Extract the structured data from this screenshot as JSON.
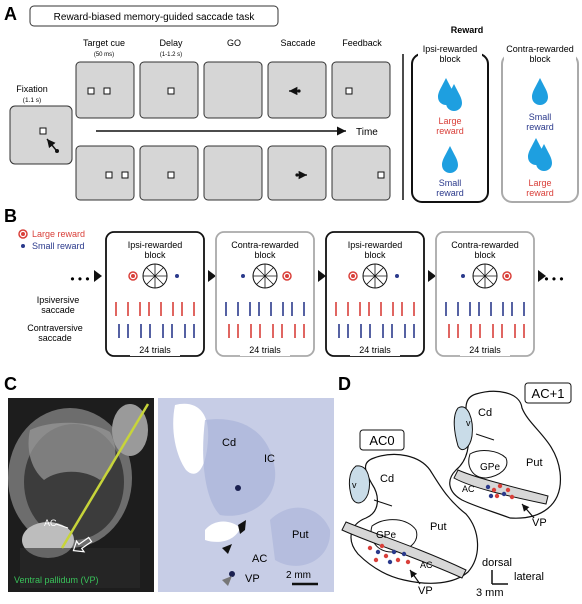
{
  "panelA": {
    "letter": "A",
    "title": "Reward-biased memory-guided saccade task",
    "fixation": {
      "label": "Fixation",
      "duration": "(1.1 s)"
    },
    "epochs": [
      {
        "label": "Target cue",
        "sub": "(50 ms)"
      },
      {
        "label": "Delay",
        "sub": "(1-1.2 s)"
      },
      {
        "label": "GO",
        "sub": ""
      },
      {
        "label": "Saccade",
        "sub": ""
      },
      {
        "label": "Feedback",
        "sub": ""
      }
    ],
    "time_label": "Time",
    "reward_header": "Reward",
    "ipsi_block": {
      "title_line1": "Ipsi-rewarded",
      "title_line2": "block",
      "top_line1": "Large",
      "top_line2": "reward",
      "bottom_line1": "Small",
      "bottom_line2": "reward"
    },
    "contra_block": {
      "title_line1": "Contra-rewarded",
      "title_line2": "block",
      "top_line1": "Small",
      "top_line2": "reward",
      "bottom_line1": "Large",
      "bottom_line2": "reward"
    }
  },
  "panelB": {
    "letter": "B",
    "legend_large": "Large reward",
    "legend_small": "Small reward",
    "row_ipsi_line1": "Ipsiversive",
    "row_ipsi_line2": "saccade",
    "row_contra_line1": "Contraversive",
    "row_contra_line2": "saccade",
    "ellipsis": "• • •",
    "blocks": [
      {
        "line1": "Ipsi-rewarded",
        "line2": "block",
        "trials": "24 trials"
      },
      {
        "line1": "Contra-rewarded",
        "line2": "block",
        "trials": "24 trials"
      },
      {
        "line1": "Ipsi-rewarded",
        "line2": "block",
        "trials": "24 trials"
      },
      {
        "line1": "Contra-rewarded",
        "line2": "block",
        "trials": "24 trials"
      }
    ]
  },
  "panelC": {
    "letter": "C",
    "mri_ac": "AC",
    "vp_caption": "Ventral pallidum (VP)",
    "hist_cd": "Cd",
    "hist_ic": "IC",
    "hist_put": "Put",
    "hist_ac": "AC",
    "hist_vp": "VP",
    "scale": "2 mm"
  },
  "panelD": {
    "letter": "D",
    "ac0": "AC0",
    "ac1": "AC+1",
    "cd": "Cd",
    "put": "Put",
    "gpe": "GPe",
    "ac": "AC",
    "v": "v",
    "vp": "VP",
    "dorsal": "dorsal",
    "lateral": "lateral",
    "scale": "3 mm"
  },
  "colors": {
    "large": "#d9403a",
    "small": "#2b3a8c",
    "drop": "#1e9fe0",
    "frame_gray": "#aaaaaa",
    "panel_gray": "#d6d6d6"
  }
}
